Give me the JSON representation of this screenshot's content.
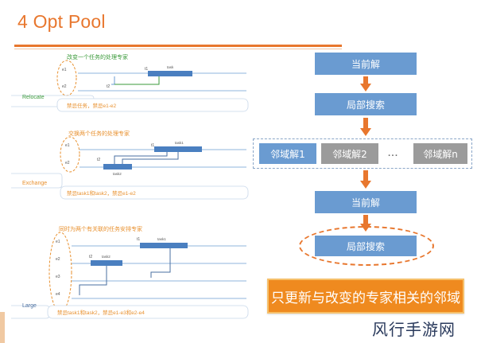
{
  "slide": {
    "title": "4 Opt Pool"
  },
  "colors": {
    "accent": "#e8772e",
    "box_blue": "#6a9bd1",
    "box_gray": "#9b9b9b",
    "task_bar": "#4a7fc0",
    "caption_orange": "#e8902e",
    "banner": "#ef8a1f",
    "relocate_label": "#3a9a3a"
  },
  "left_panel": {
    "relocate": {
      "heading": "改变一个任务的处理专家",
      "operator_label": "Relocate",
      "caption": "禁忌任务，禁忌e1-e2",
      "experts": [
        "e1",
        "e2"
      ],
      "time_labels": [
        "t1",
        "t2"
      ],
      "task_label": "task"
    },
    "exchange": {
      "heading": "交换两个任务的处理专家",
      "operator_label": "Exchange",
      "caption": "禁忌task1和task2，禁忌e1-e2",
      "experts": [
        "e1",
        "e2"
      ],
      "time_labels": [
        "t1",
        "t2"
      ],
      "task_labels": [
        "task1",
        "task2"
      ]
    },
    "large": {
      "heading": "同时为两个有关联的任务安排专家",
      "operator_label": "Large",
      "caption": "禁忌task1和task2，禁忌e1-e3和e2-e4",
      "experts": [
        "e1",
        "e2",
        "e3",
        "e4"
      ],
      "time_labels": [
        "t1",
        "t2"
      ],
      "task_labels": [
        "task1",
        "task2"
      ]
    }
  },
  "flow": {
    "current_solution_1": "当前解",
    "local_search_1": "局部搜索",
    "neighborhoods": [
      "邻域解1",
      "邻域解2",
      "邻域解n"
    ],
    "neighborhood_ellipsis": "...",
    "current_solution_2": "当前解",
    "local_search_2": "局部搜索"
  },
  "banner": {
    "text": "只更新与改变的专家相关的邻域"
  },
  "watermark": {
    "text": "风行手游网"
  }
}
